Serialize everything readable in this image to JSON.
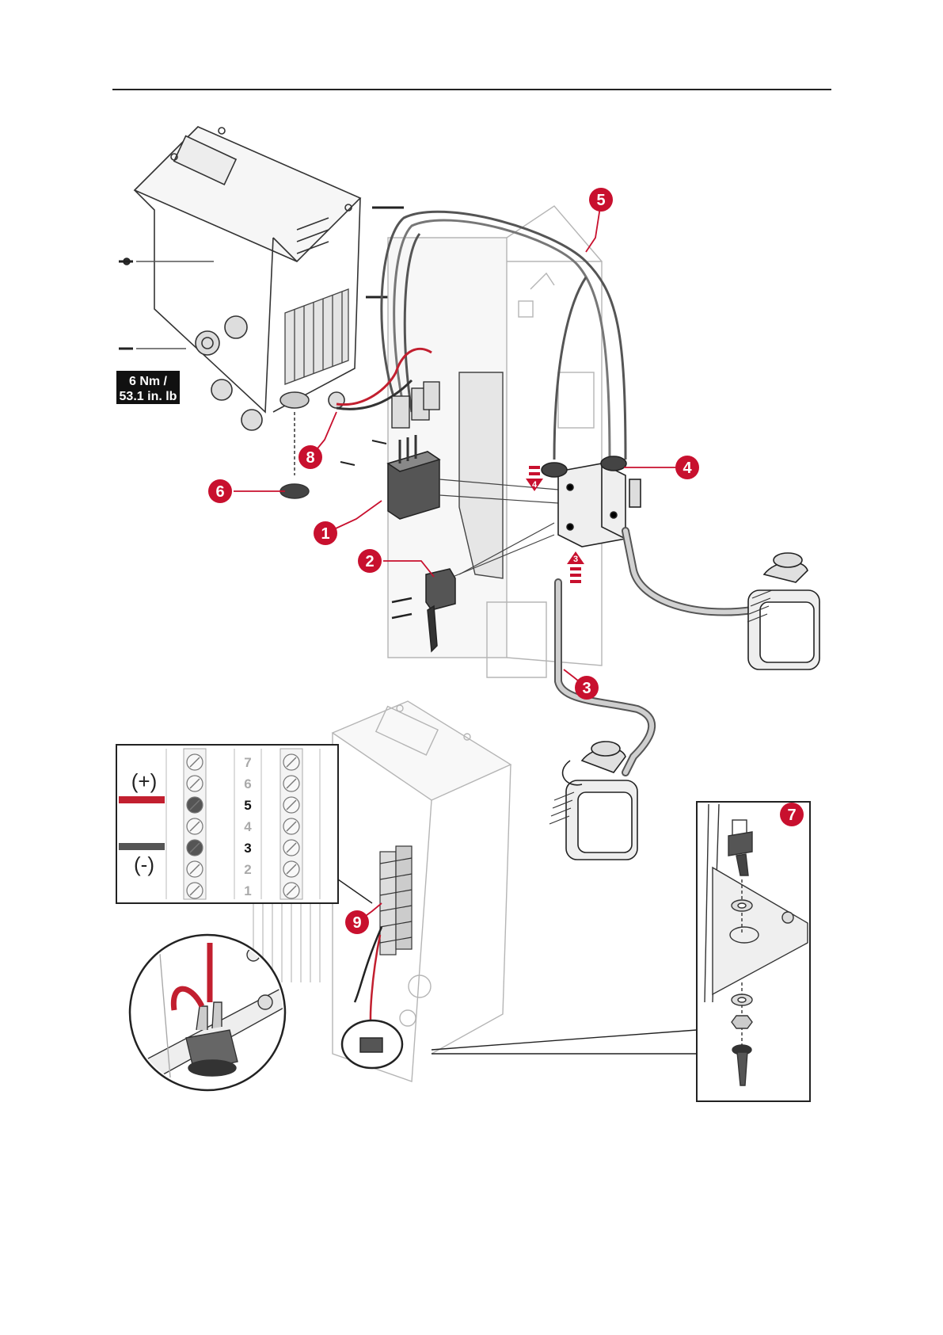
{
  "torque_label": {
    "line1": "6 Nm /",
    "line2": "53.1 in. lb"
  },
  "callouts": [
    {
      "id": "c1",
      "label": "1"
    },
    {
      "id": "c2",
      "label": "2"
    },
    {
      "id": "c3a",
      "label": "3"
    },
    {
      "id": "c4",
      "label": "4"
    },
    {
      "id": "c5",
      "label": "5"
    },
    {
      "id": "c6",
      "label": "6"
    },
    {
      "id": "c7",
      "label": "7"
    },
    {
      "id": "c8",
      "label": "8"
    },
    {
      "id": "c9",
      "label": "9"
    }
  ],
  "step_arrows": {
    "down": "4",
    "up": "3"
  },
  "terminal_inset": {
    "positive": "(+)",
    "negative": "(-)",
    "numbers": [
      "7",
      "6",
      "5",
      "4",
      "3",
      "2",
      "1"
    ],
    "active": [
      "5",
      "3"
    ]
  },
  "colors": {
    "accent_red": "#c8102e",
    "wire_red": "#c21f2f",
    "wire_black": "#555555",
    "torque_bg": "#111111",
    "line_art": "#333333",
    "ghost": "#b5b5b5"
  }
}
